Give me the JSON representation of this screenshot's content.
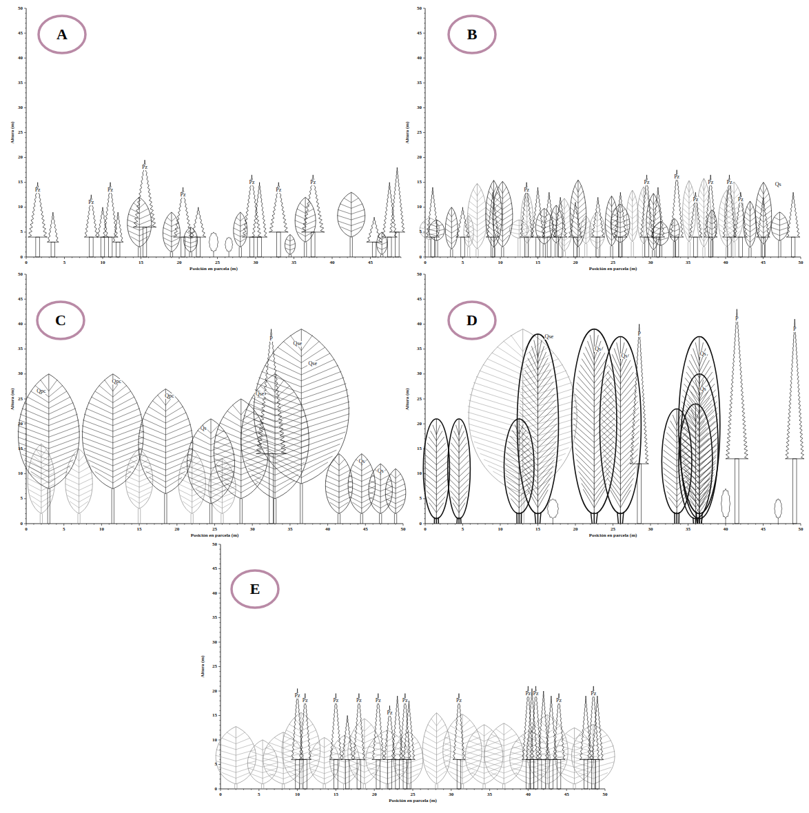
{
  "diagram": {
    "nodes": [
      {
        "text": [
          "A"
        ]
      },
      {
        "text": [
          "B"
        ]
      },
      {
        "text": [
          "C"
        ]
      },
      {
        "text": [
          "D"
        ]
      },
      {
        "text": [
          "E"
        ]
      }
    ],
    "labels": [
      "Altura (m)",
      "0",
      "5",
      "10",
      "15",
      "20",
      "25",
      "30",
      "35",
      "40",
      "45",
      "50",
      "0",
      "5",
      "10",
      "15",
      "20",
      "25",
      "30",
      "35",
      "40",
      "45",
      "Posición en parcela (m)",
      "Altura (m)",
      "0",
      "5",
      "10",
      "15",
      "20",
      "25",
      "30",
      "35",
      "40",
      "45",
      "50",
      "0",
      "5",
      "10",
      "15",
      "20",
      "25",
      "30",
      "35",
      "40",
      "45",
      "50",
      "Posición en parcela (m)",
      "Altura (m)",
      "0",
      "5",
      "10",
      "15",
      "20",
      "25",
      "30",
      "35",
      "40",
      "45",
      "50",
      "0",
      "5",
      "10",
      "15",
      "20",
      "25",
      "30",
      "35",
      "40",
      "45",
      "50",
      "Posición en parcela (m)",
      "Altura (m)",
      "0",
      "5",
      "10",
      "15",
      "20",
      "25",
      "30",
      "35",
      "40",
      "45",
      "50",
      "0",
      "5",
      "10",
      "15",
      "20",
      "25",
      "30",
      "35",
      "40",
      "45",
      "50",
      "Posición en parcela (m)",
      "Altura (m)",
      "0",
      "5",
      "10",
      "15",
      "20",
      "25",
      "30",
      "35",
      "40",
      "45",
      "50",
      "0",
      "5",
      "10",
      "15",
      "20",
      "25",
      "30",
      "35",
      "40",
      "45",
      "50",
      "Posición en parcela (m)",
      "Pz",
      "Pz",
      "Pz",
      "Pz",
      "Pz",
      "Pz",
      "Pz",
      "Pz",
      "Pz",
      "Pz",
      "Pz",
      "Pz",
      "Pz",
      "Pz",
      "Pz",
      "Qs",
      "Qpc",
      "Qpc",
      "Qpc",
      "Qse",
      "Qse",
      "Qse",
      "P",
      "Qs",
      "Qs",
      "Qs",
      "Qse",
      "Qs",
      "Qs",
      "Qs",
      "Qs",
      "P",
      "P",
      "P",
      "Pz",
      "Pz",
      "Pz",
      "Pz",
      "Pz",
      "Pz",
      "Pz",
      "Pz",
      "Pz",
      "Pz",
      "Pz",
      "Pz"
    ]
  }
}
